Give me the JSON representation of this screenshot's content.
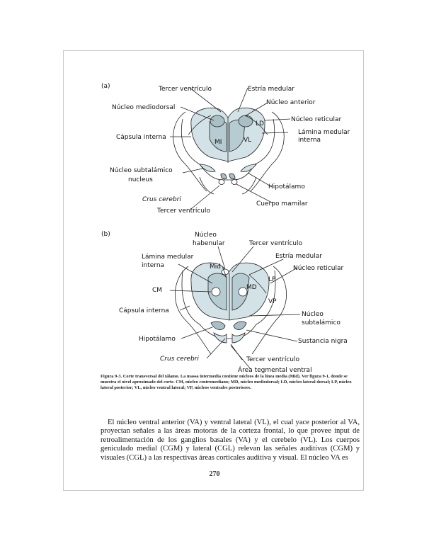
{
  "figure": {
    "panel_a": {
      "letter": "(a)",
      "labels": {
        "tercer_ventriculo_top": "Tercer ventrículo",
        "estria_medular": "Estría medular",
        "nucleo_anterior": "Núcleo anterior",
        "nucleo_mediodorsal": "Núcleo mediodorsal",
        "nucleo_reticular": "Núcleo reticular",
        "lamina_line1": "Lámina medular",
        "lamina_line2": "interna",
        "capsula_interna": "Cápsula interna",
        "subtalamico_line1": "Núcleo subtalámico",
        "subtalamico_line2": "nucleus",
        "hipotalamo": "Hipotálamo",
        "crus_cerebri": "Crus cerebri",
        "cuerpo_mamilar": "Cuerpo mamilar",
        "tercer_ventriculo_bottom": "Tercer ventrículo",
        "ld": "LD",
        "mi": "MI",
        "vl": "VL"
      }
    },
    "panel_b": {
      "letter": "(b)",
      "labels": {
        "nucleo_habenular_line1": "Núcleo",
        "nucleo_habenular_line2": "habenular",
        "tercer_ventriculo_top": "Tercer ventrículo",
        "lamina_line1": "Lámina medular",
        "lamina_line2": "interna",
        "estria_medular": "Estría medular",
        "mid": "Mid",
        "nucleo_reticular": "Núcleo reticular",
        "cm": "CM",
        "capsula_interna": "Cápsula interna",
        "subtalamico_line1": "Núcleo",
        "subtalamico_line2": "subtalámico",
        "hipotalamo": "Hipotálamo",
        "sustancia_nigra": "Sustancia nigra",
        "crus_cerebri": "Crus cerebri",
        "tercer_ventriculo_bottom": "Tercer ventrículo",
        "area_tegmental": "Área tegmental ventral",
        "md": "MD",
        "lp": "LP",
        "vp": "VP"
      }
    },
    "caption": "Figura 9-3. Corte transversal del tálamo. La massa intermedia contiene núcleos de la línea media (Mid). Ver figura 9-1, donde se muestra el nivel aproximado del corte. CM, núcleo centromediano; MD, núcleo mediodorsal; LD, núcleo lateral dorsal; LP, núcleo lateral posterior; VL, núcleo ventral lateral; VP, núcleos ventrales posteriores."
  },
  "body_text": "El núcleo ventral anterior (VA) y ventral lateral (VL), el cual yace posterior al VA, proyectan señales a las áreas motoras de la corteza frontal, lo que provee input de retroalimentación de los ganglios basales (VA) y el cerebelo (VL). Los cuerpos geniculado medial (CGM) y lateral (CGL) relevan las señales auditivas (CGM) y visuales (CGL) a las respectivas áreas corticales auditiva y visual. El núcleo VA es",
  "page_number": "270",
  "colors": {
    "fill_light": "#d3e2e7",
    "fill_dark": "#a9bfc6",
    "stroke": "#222222"
  }
}
